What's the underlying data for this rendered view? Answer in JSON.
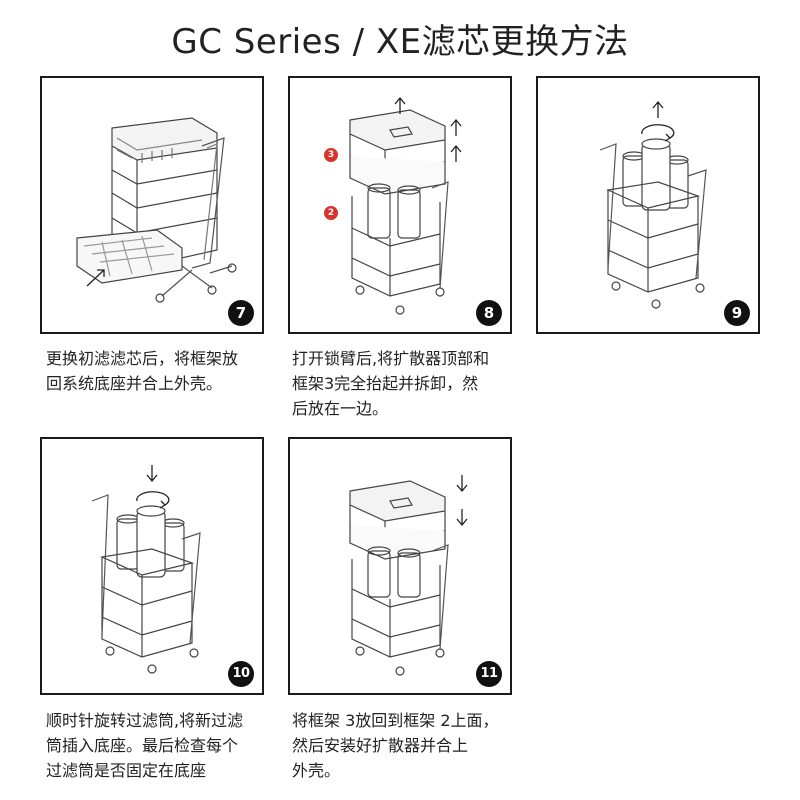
{
  "title": "GC Series / XE滤芯更换方法",
  "steps": [
    {
      "number": "7",
      "caption": "更换初滤滤芯后，将框架放\n回系统底座并合上外壳。"
    },
    {
      "number": "8",
      "caption": "打开锁臂后,将扩散器顶部和\n框架3完全抬起并拆卸，然\n后放在一边。",
      "markers": [
        "3",
        "2"
      ]
    },
    {
      "number": "9",
      "caption": ""
    },
    {
      "number": "10",
      "caption": "顺时针旋转过滤筒,将新过滤\n筒插入底座。最后检查每个\n过滤筒是否固定在底座"
    },
    {
      "number": "11",
      "caption": "将框架 3放回到框架 2上面，\n然后安装好扩散器并合上\n外壳。"
    }
  ],
  "colors": {
    "marker": "#d9342b",
    "badge": "#111111",
    "border": "#1a1a1a"
  }
}
